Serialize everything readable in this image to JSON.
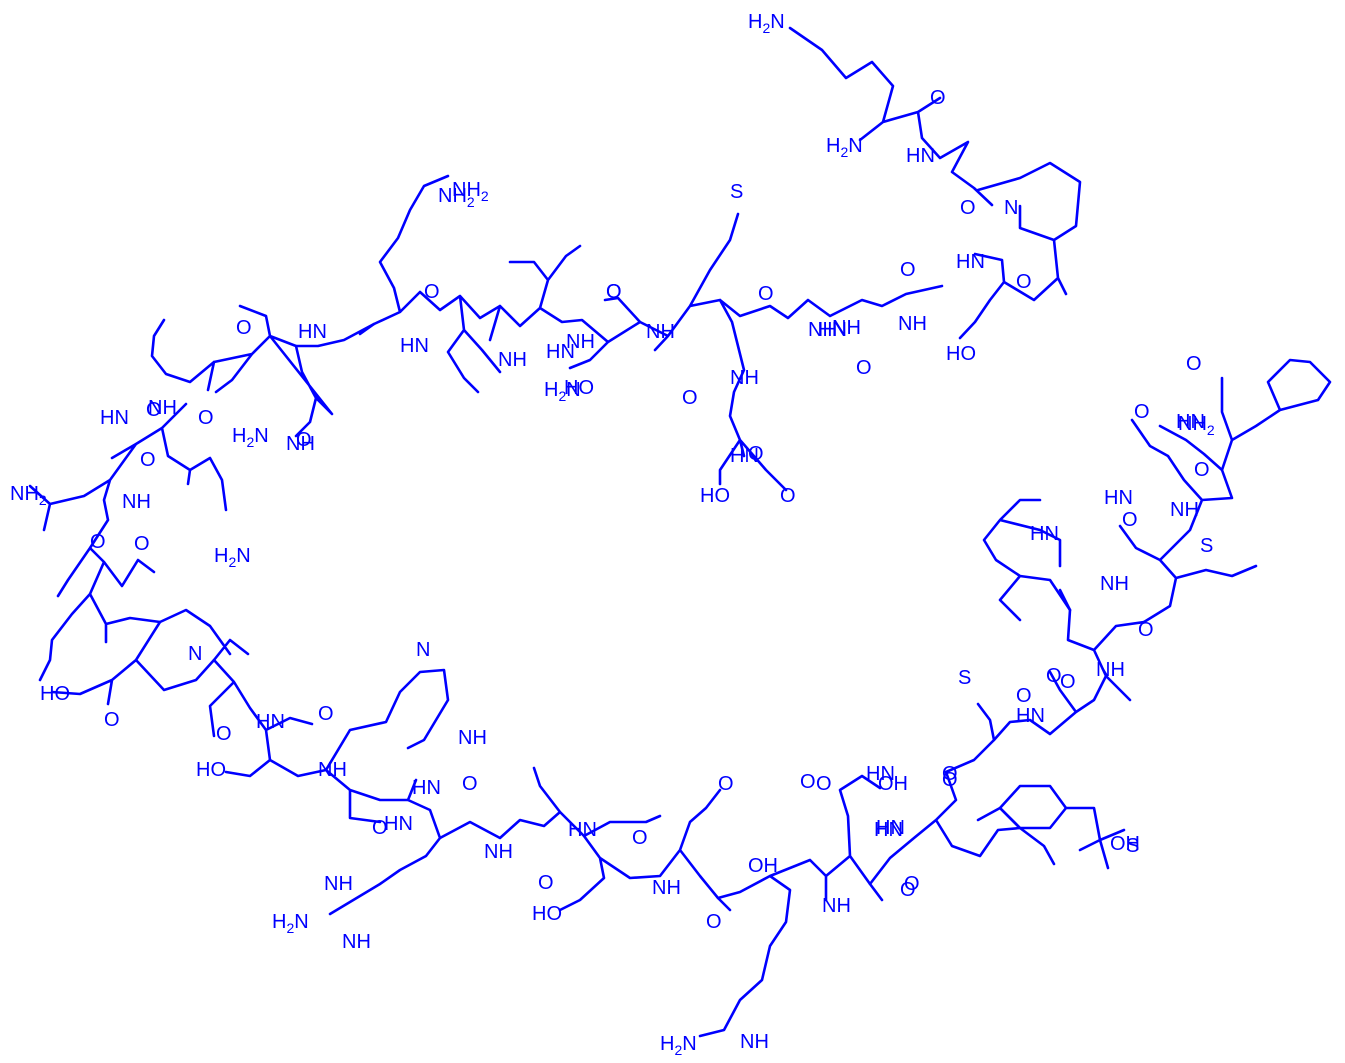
{
  "colors": {
    "structure": "#0000ff",
    "background": "#ffffff"
  },
  "atom_labels": [
    "H2N",
    "H2N",
    "O",
    "HN",
    "O",
    "N",
    "HN",
    "O",
    "O",
    "HN",
    "O",
    "NH",
    "HO",
    "NH2",
    "S",
    "O",
    "NH",
    "O",
    "NH",
    "HN",
    "O",
    "HO",
    "O",
    "NH",
    "O",
    "NH",
    "HN",
    "NH",
    "H2N",
    "NH",
    "O",
    "HO",
    "NH2",
    "H2N",
    "O",
    "NH",
    "HN",
    "O",
    "HN",
    "O",
    "O",
    "NH",
    "H2N",
    "O",
    "NH2",
    "O",
    "HN",
    "O",
    "NH",
    "O",
    "HO",
    "O",
    "N",
    "HN",
    "O",
    "O",
    "HO",
    "NH",
    "N",
    "NH",
    "O",
    "HN",
    "HN",
    "O",
    "NH",
    "NH",
    "H2N",
    "NH",
    "O",
    "HN",
    "O",
    "HO",
    "NH",
    "O",
    "O",
    "OH",
    "O",
    "HN",
    "O",
    "HN",
    "H2N",
    "NH",
    "O",
    "OH",
    "O",
    "HN",
    "NH",
    "O",
    "O",
    "S",
    "O",
    "OH",
    "S",
    "O",
    "HN",
    "NH",
    "O",
    "HN",
    "O",
    "HN",
    "NH",
    "S",
    "O",
    "NH",
    "O",
    "HN",
    "O",
    "O",
    "NH2",
    "NH"
  ]
}
